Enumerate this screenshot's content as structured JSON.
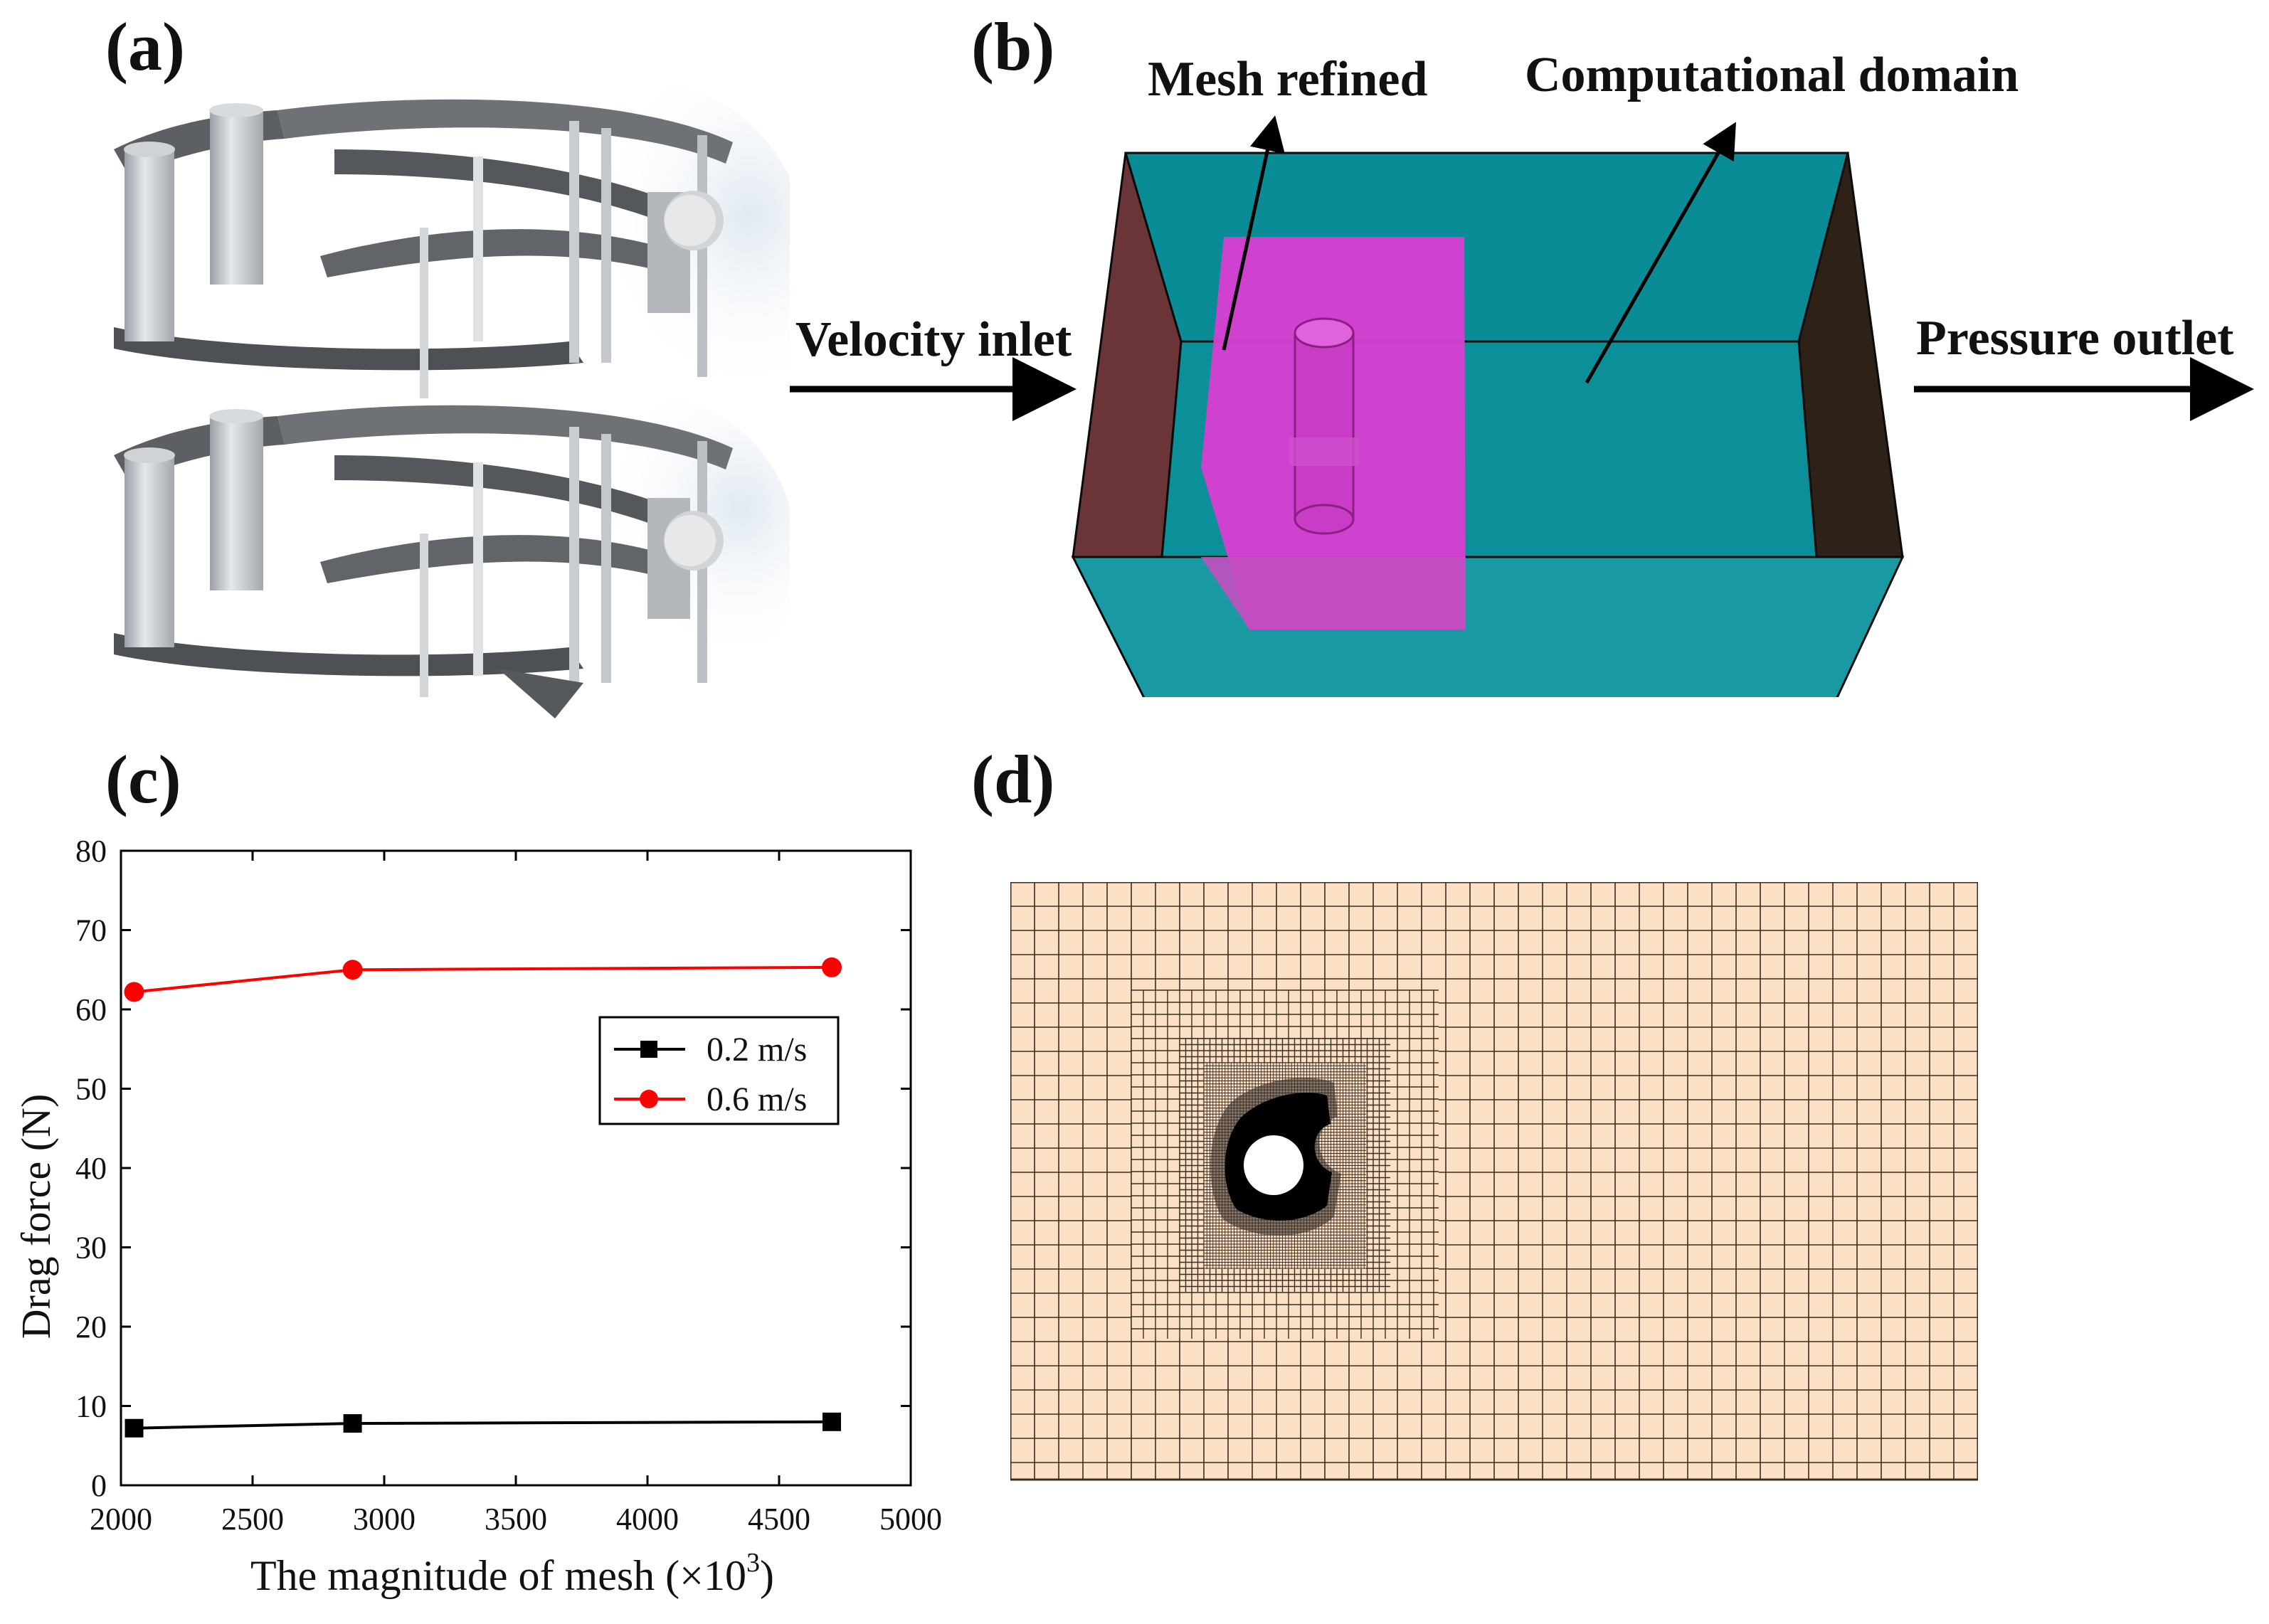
{
  "panels": {
    "a": {
      "label": "(a)"
    },
    "b": {
      "label": "(b)",
      "mesh_refined": "Mesh refined",
      "computational_domain": "Computational domain",
      "velocity_inlet": "Velocity inlet",
      "pressure_outlet": "Pressure outlet",
      "colors": {
        "domain": "#0a8c96",
        "refined_zone": "#d63fd1",
        "inlet_wall": "#6b3436",
        "outlet_wall": "#2e2118"
      }
    },
    "c": {
      "label": "(c)"
    },
    "d": {
      "label": "(d)",
      "colors": {
        "mesh_fill": "#fbe0c6",
        "mesh_line": "#3a2c22",
        "body": "#000000"
      }
    }
  },
  "chart_data": {
    "type": "line",
    "xlabel": "The magnitude of mesh (×10",
    "xlabel_sup": "3",
    "xlabel_end": ")",
    "ylabel": "Drag force (N)",
    "xlim": [
      2000,
      5000
    ],
    "ylim": [
      0,
      80
    ],
    "xticks": [
      2000,
      2500,
      3000,
      3500,
      4000,
      4500,
      5000
    ],
    "yticks": [
      0,
      10,
      20,
      30,
      40,
      50,
      60,
      70,
      80
    ],
    "x": [
      2050,
      2880,
      4700
    ],
    "series": [
      {
        "name": "0.2 m/s",
        "values": [
          7.2,
          7.8,
          8.0
        ],
        "color": "#000000",
        "marker": "square"
      },
      {
        "name": "0.6 m/s",
        "values": [
          62.2,
          65.0,
          65.3
        ],
        "color": "#ff0000",
        "marker": "circle"
      }
    ],
    "legend": "center-right",
    "grid": false
  }
}
